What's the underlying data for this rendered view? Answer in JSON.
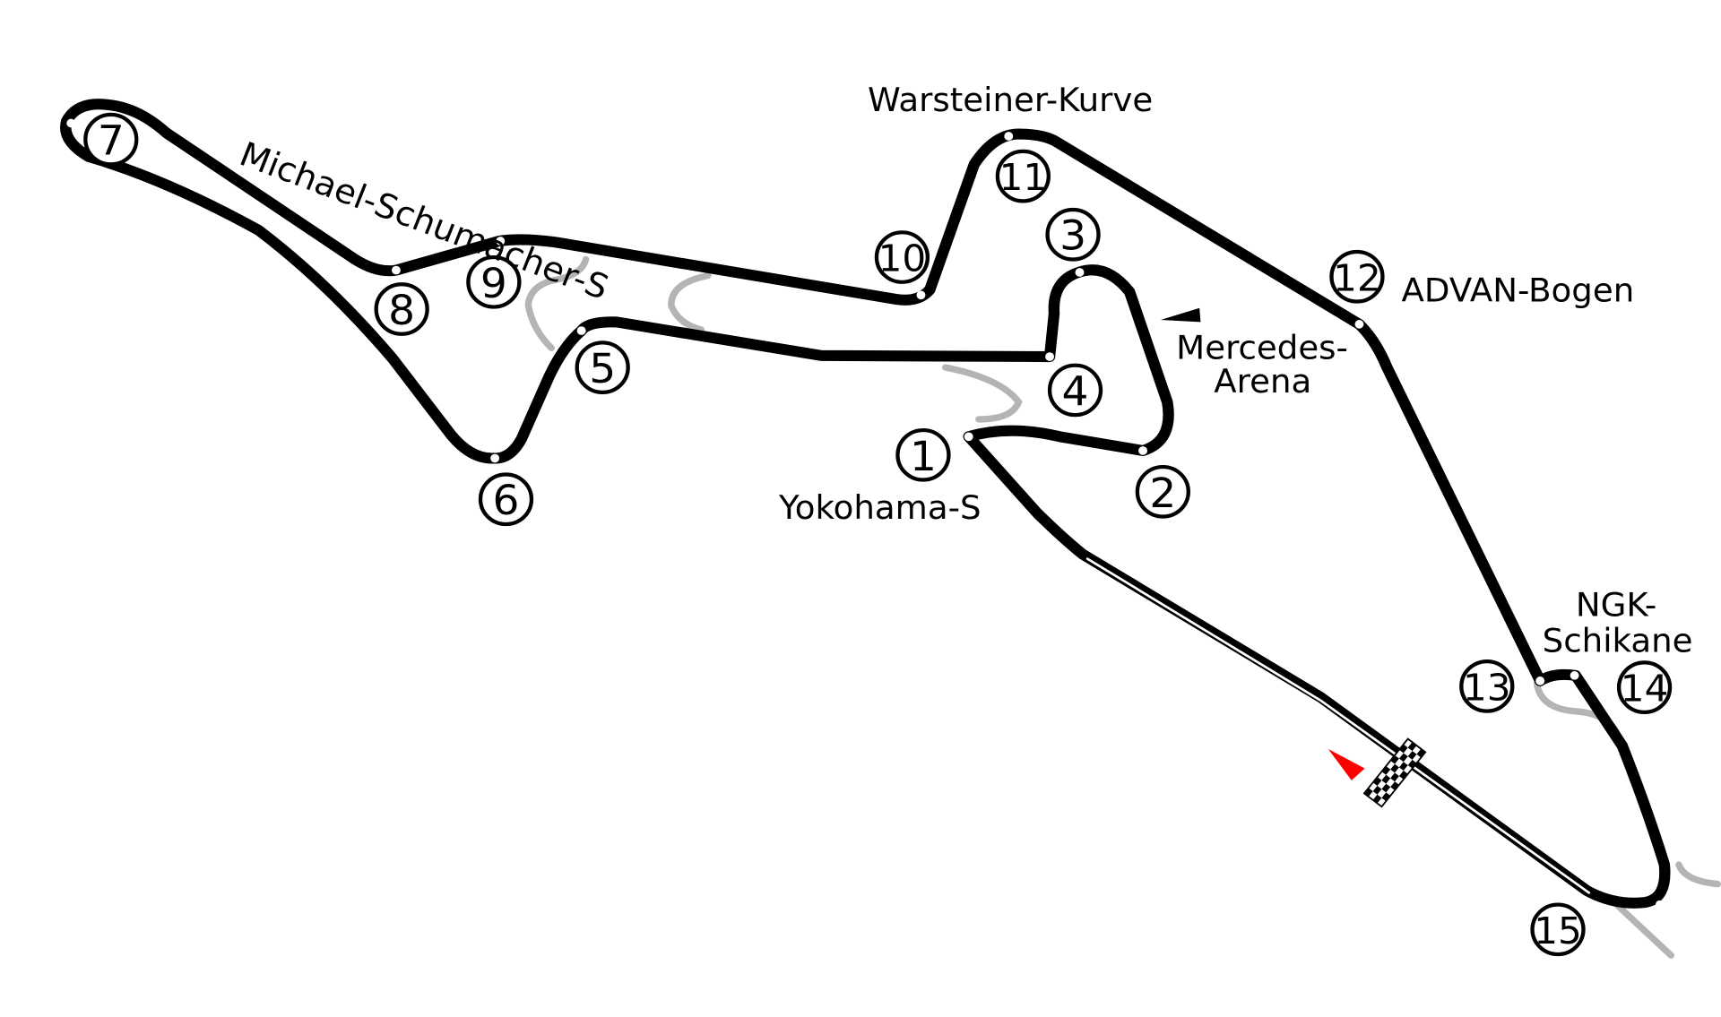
{
  "map": {
    "colors": {
      "track": "#000000",
      "runoff": "#b4b4b4",
      "start_marker": "#ff0000",
      "background": "#ffffff"
    },
    "corner_names": {
      "michael_schumacher_s": "Michael-Schumacher-S",
      "warsteiner_kurve": "Warsteiner-Kurve",
      "advan_bogen": "ADVAN-Bogen",
      "mercedes_arena_line1": "Mercedes-",
      "mercedes_arena_line2": "Arena",
      "yokohama_s": "Yokohama-S",
      "ngk_schikane_line1": "NGK-",
      "ngk_schikane_line2": "Schikane"
    },
    "turn_numbers": [
      "1",
      "2",
      "3",
      "4",
      "5",
      "6",
      "7",
      "8",
      "9",
      "10",
      "11",
      "12",
      "13",
      "14",
      "15"
    ],
    "icons": {
      "start_finish": "checkered-flag-icon",
      "direction": "direction-arrow-icon",
      "pit_entry": "pit-marker-icon"
    }
  }
}
